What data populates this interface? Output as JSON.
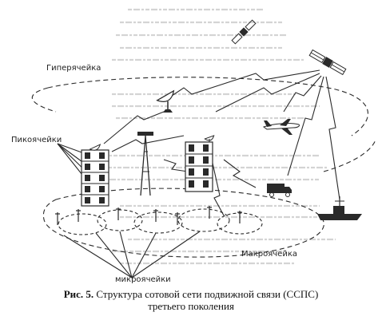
{
  "labels": {
    "hypercell": "Гиперячейка",
    "picocells": "Пикоячейки",
    "macrocell": "Макроячейка",
    "microcells": "микроячейки"
  },
  "caption": {
    "prefix": "Рис. 5.",
    "line1": "Структура сотовой сети подвижной связи (ССПС)",
    "line2": "третьего поколения"
  },
  "colors": {
    "ink": "#2a2a2a",
    "ghost_text": "#c9c9c9"
  },
  "icons": [
    "satellite-icon",
    "satellite-dish-icon",
    "airplane-icon",
    "truck-icon",
    "ship-icon",
    "building-icon",
    "tower-icon",
    "antenna-icon"
  ]
}
